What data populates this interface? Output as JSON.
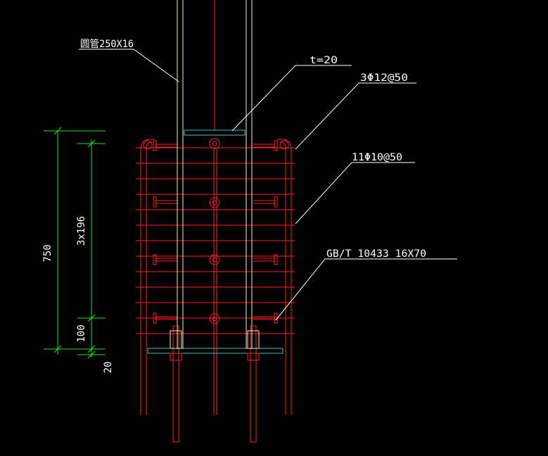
{
  "labels": {
    "tube": "圆管250X16",
    "plate": "t=20",
    "rebar_vertical": "3Φ12@50",
    "rebar_horizontal": "11Φ10@50",
    "stud": "GB/T 10433 16X70"
  },
  "dimensions": {
    "total": "750",
    "spacing": "3x196",
    "lower": "100",
    "bottom": "20"
  },
  "colors": {
    "background": "#000000",
    "rebar": "#ff2020",
    "tube": "#f4f0b0",
    "leader": "#ffffff",
    "dimension": "#20e020",
    "plate": "#40c0c0",
    "stud": "#ff2020"
  }
}
